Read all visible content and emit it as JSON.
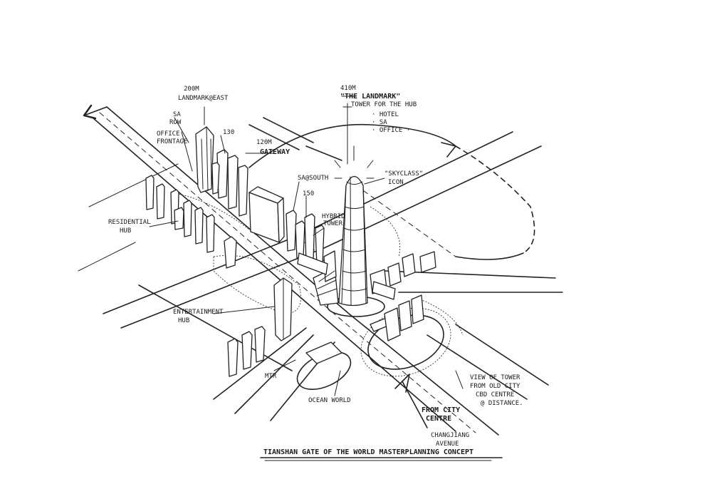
{
  "title": "TIANSHAN GATE OF THE WORLD MASTERPLANNING CONCEPT",
  "labels": {
    "landmark_tower_height": "410M",
    "landmark_tower_line1": "\"THE LANDMARK\"",
    "landmark_tower_line2": "TOWER FOR THE HUB",
    "hotel": "· HOTEL",
    "sa": "· SA",
    "office": "· OFFICE ·",
    "skyclass_line1": "\"SKYCLASS\"",
    "skyclass_line2": "ICON",
    "east_height": "200M",
    "east_name": "LANDMARK@EAST",
    "sa_row_line1": "SA",
    "sa_row_line2": "ROW",
    "office_frontage_line1": "OFFICE",
    "office_frontage_line2": "FRONTAGE",
    "h130": "130",
    "gateway_height": "120M",
    "gateway_name": "GATEWAY",
    "sa_south": "SA@SOUTH",
    "h150": "150",
    "hybrid_line1": "HYBRID",
    "hybrid_line2": "TOWER",
    "residential_line1": "RESIDENTIAL",
    "residential_line2": "HUB",
    "entertainment_line1": "ENTERTAINMENT",
    "entertainment_line2": "HUB",
    "mtr": "MTR",
    "ocean_world": "OCEAN WORLD",
    "from_city_line1": "FROM CITY",
    "from_city_line2": "CENTRE",
    "changjiang_line1": "CHANGJIANG",
    "changjiang_line2": "AVENUE",
    "view_line1": "VIEW OF TOWER",
    "view_line2": "FROM OLD CITY",
    "view_line3": "CBD CENTRE",
    "view_line4": "@ DISTANCE."
  }
}
